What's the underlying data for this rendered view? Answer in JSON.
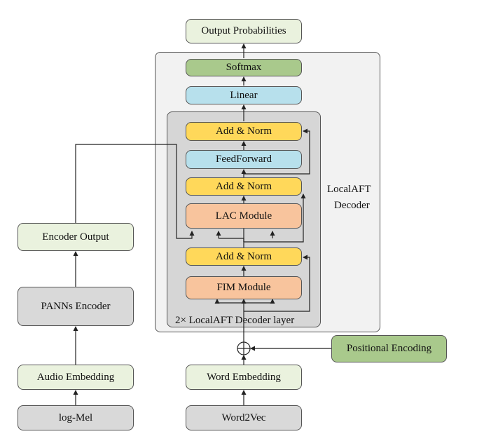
{
  "diagram": {
    "decoder_label_line1": "LocalAFT",
    "decoder_label_line2": "Decoder",
    "layer_label": "2× LocalAFT Decoder layer",
    "blocks": {
      "output_probabilities": "Output Probabilities",
      "softmax": "Softmax",
      "linear": "Linear",
      "add_norm_top": "Add & Norm",
      "feedforward": "FeedForward",
      "add_norm_mid": "Add & Norm",
      "lac_module": "LAC Module",
      "add_norm_bottom": "Add & Norm",
      "fim_module": "FIM Module",
      "positional_encoding": "Positional Encoding",
      "word_embedding": "Word Embedding",
      "word2vec": "Word2Vec",
      "encoder_output": "Encoder Output",
      "panns_encoder": "PANNs Encoder",
      "audio_embedding": "Audio Embedding",
      "log_mel": "log-Mel"
    },
    "colors": {
      "light_green": "#eaf2de",
      "dark_green": "#a9c98c",
      "blue": "#b7e0ec",
      "yellow": "#ffd85a",
      "orange": "#f8c49d",
      "gray": "#d9d9d9"
    }
  }
}
